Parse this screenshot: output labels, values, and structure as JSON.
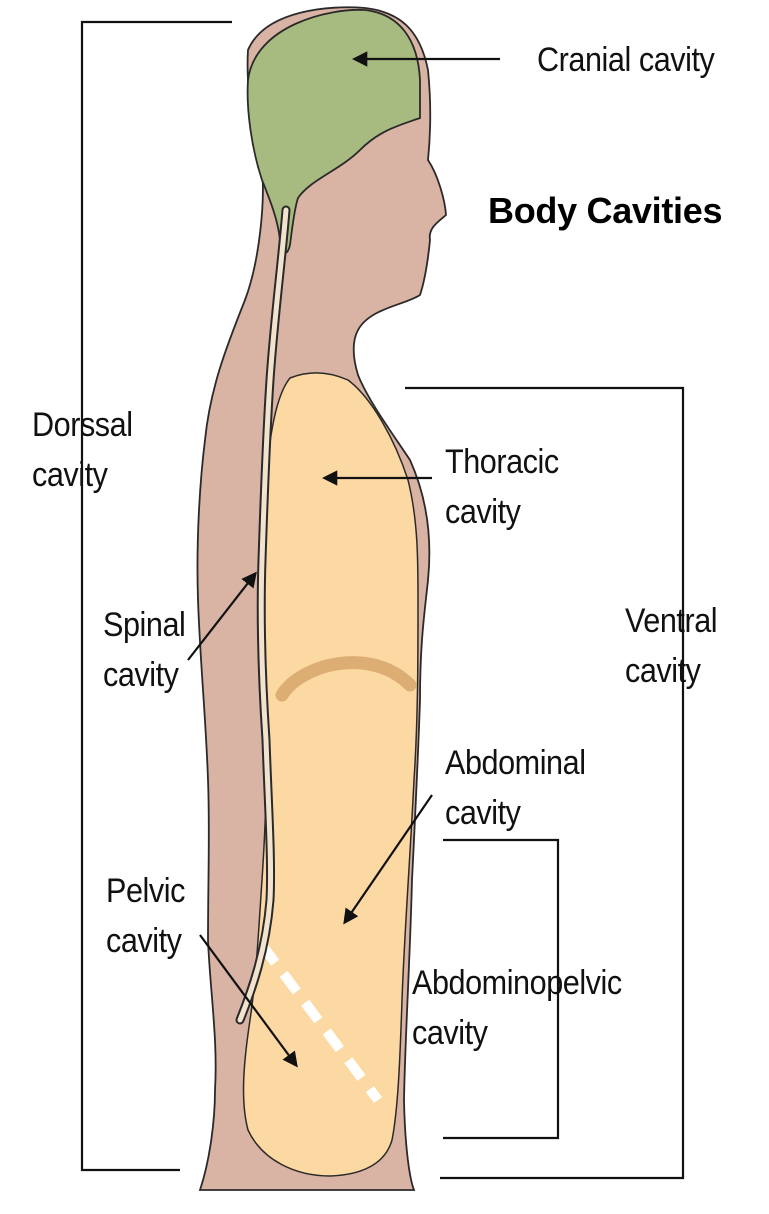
{
  "title": "Body Cavities",
  "labels": {
    "cranial": "Cranial cavity",
    "dorsal": [
      "Dorssal",
      "cavity"
    ],
    "thoracic": [
      "Thoracic",
      "cavity"
    ],
    "spinal": [
      "Spinal",
      "cavity"
    ],
    "ventral": [
      "Ventral",
      "cavity"
    ],
    "abdominal": [
      "Abdominal",
      "cavity"
    ],
    "pelvic": [
      "Pelvic",
      "cavity"
    ],
    "abdominopelvic": [
      "Abdominopelvic",
      "cavity"
    ]
  },
  "colors": {
    "cranial_fill": "#a7ba7f",
    "body_fill": "#d9b3a3",
    "ventral_fill": "#fcd9a2",
    "diaphragm": "#dcae73",
    "outline": "#2a2a2a"
  }
}
